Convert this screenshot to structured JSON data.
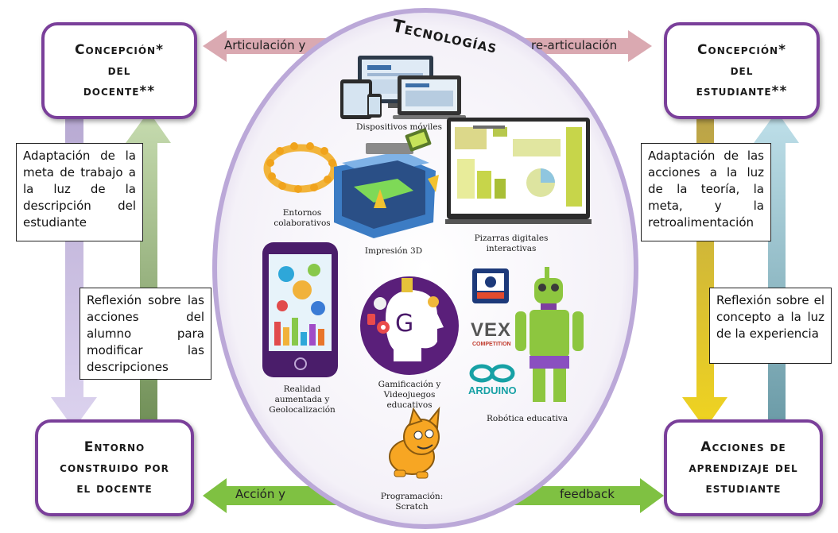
{
  "corners": {
    "top_left": [
      "Concepción*",
      "del",
      "docente**"
    ],
    "top_right": [
      "Concepción*",
      "del",
      "estudiante**"
    ],
    "bottom_left": [
      "Entorno",
      "construido por",
      "el docente"
    ],
    "bottom_right": [
      "Acciones de",
      "aprendizaje del",
      "estudiante"
    ]
  },
  "arrows": {
    "top_left_label": "Articulación  y",
    "top_right_label": "re-articulación",
    "bottom_left_label": "Acción  y",
    "bottom_right_label": "feedback"
  },
  "notes": {
    "left_top": "Adaptación de la meta de trabajo a la luz de la descripción del estudiante",
    "left_bottom": "Reflexión sobre las acciones del alumno para modificar las descripciones",
    "right_top": "Adaptación de las acciones a la luz de la teoría, la meta, y la retroalimentación",
    "right_bottom": "Reflexión sobre el concepto a la luz de la experiencia"
  },
  "technologies": {
    "title": "Tecnologías",
    "items": {
      "mobile": "Dispositivos móviles",
      "collab": [
        "Entornos",
        "colaborativos"
      ],
      "print3d": "Impresión 3D",
      "whiteboard": [
        "Pizarras digitales",
        "interactivas"
      ],
      "ar": [
        "Realidad",
        "aumentada y",
        "Geolocalización"
      ],
      "gamification": [
        "Gamificación y",
        "Videojuegos",
        "educativos"
      ],
      "robotics": "Robótica educativa",
      "scratch": [
        "Programación:",
        "Scratch"
      ]
    },
    "logos": {
      "vex": "VEX",
      "vex_sub": "COMPETITION",
      "arduino": "ARDUINO",
      "g": "G"
    }
  },
  "colors": {
    "corner_border": "#7a3f9a",
    "arrow_pink": "#d39aa4",
    "arrow_green": "#7fc142",
    "left_down": "#c7b8e0",
    "left_up": "#9eb782",
    "right_down": "#e0c228",
    "right_up": "#8fc0d0",
    "ellipse_border": "#b9a6d6"
  }
}
